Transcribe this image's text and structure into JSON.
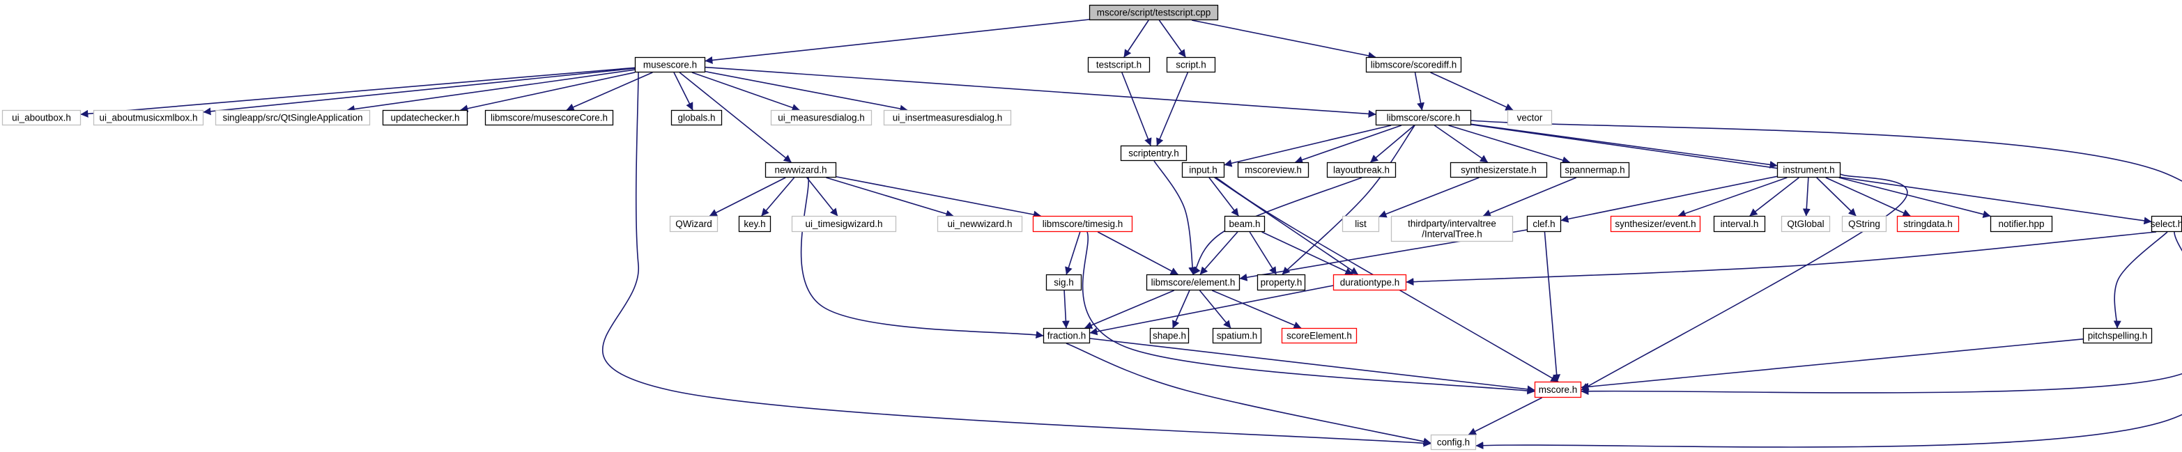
{
  "diagram": {
    "kind": "include dependency graph",
    "colors": {
      "edge": "#191970",
      "root_fill": "#bfbfbf",
      "documented_border": "#000000",
      "undocumented_border": "#bfbfbf",
      "truncated_border": "#ff0000",
      "node_fill": "#ffffff"
    },
    "nodes": [
      {
        "id": "testscript_cpp",
        "label": "mscore/script/testscript.cpp",
        "style": "root"
      },
      {
        "id": "musescore_h",
        "label": "musescore.h",
        "style": "documented"
      },
      {
        "id": "testscript_h",
        "label": "testscript.h",
        "style": "documented"
      },
      {
        "id": "script_h",
        "label": "script.h",
        "style": "documented"
      },
      {
        "id": "scorediff_h",
        "label": "libmscore/scorediff.h",
        "style": "documented"
      },
      {
        "id": "ui_aboutbox_h",
        "label": "ui_aboutbox.h",
        "style": "undocumented"
      },
      {
        "id": "ui_aboutmusicxmlbox_h",
        "label": "ui_aboutmusicxmlbox.h",
        "style": "undocumented"
      },
      {
        "id": "qtsingleapp",
        "label": "singleapp/src/QtSingleApplication",
        "style": "undocumented"
      },
      {
        "id": "updatechecker_h",
        "label": "updatechecker.h",
        "style": "documented"
      },
      {
        "id": "musescorecore_h",
        "label": "libmscore/musescoreCore.h",
        "style": "documented"
      },
      {
        "id": "globals_h",
        "label": "globals.h",
        "style": "documented"
      },
      {
        "id": "ui_measuresdialog_h",
        "label": "ui_measuresdialog.h",
        "style": "undocumented"
      },
      {
        "id": "ui_insertmeasuresdialog_h",
        "label": "ui_insertmeasuresdialog.h",
        "style": "undocumented"
      },
      {
        "id": "score_h",
        "label": "libmscore/score.h",
        "style": "documented"
      },
      {
        "id": "vector",
        "label": "vector",
        "style": "undocumented"
      },
      {
        "id": "scriptentry_h",
        "label": "scriptentry.h",
        "style": "documented"
      },
      {
        "id": "newwizard_h",
        "label": "newwizard.h",
        "style": "documented"
      },
      {
        "id": "input_h",
        "label": "input.h",
        "style": "documented"
      },
      {
        "id": "mscoreview_h",
        "label": "mscoreview.h",
        "style": "documented"
      },
      {
        "id": "layoutbreak_h",
        "label": "layoutbreak.h",
        "style": "documented"
      },
      {
        "id": "synthesizerstate_h",
        "label": "synthesizerstate.h",
        "style": "documented"
      },
      {
        "id": "spannermap_h",
        "label": "spannermap.h",
        "style": "documented"
      },
      {
        "id": "instrument_h",
        "label": "instrument.h",
        "style": "documented"
      },
      {
        "id": "qwizard",
        "label": "QWizard",
        "style": "undocumented"
      },
      {
        "id": "key_h",
        "label": "key.h",
        "style": "documented"
      },
      {
        "id": "ui_timesigwizard_h",
        "label": "ui_timesigwizard.h",
        "style": "undocumented"
      },
      {
        "id": "ui_newwizard_h",
        "label": "ui_newwizard.h",
        "style": "undocumented"
      },
      {
        "id": "timesig_h",
        "label": "libmscore/timesig.h",
        "style": "truncated"
      },
      {
        "id": "beam_h",
        "label": "beam.h",
        "style": "documented"
      },
      {
        "id": "list",
        "label": "list",
        "style": "undocumented"
      },
      {
        "id": "intervaltree_h",
        "label": "thirdparty/intervaltree\n/IntervalTree.h",
        "style": "undocumented"
      },
      {
        "id": "clef_h",
        "label": "clef.h",
        "style": "documented"
      },
      {
        "id": "synth_event_h",
        "label": "synthesizer/event.h",
        "style": "truncated"
      },
      {
        "id": "interval_h",
        "label": "interval.h",
        "style": "documented"
      },
      {
        "id": "qtglobal",
        "label": "QtGlobal",
        "style": "undocumented"
      },
      {
        "id": "qstring",
        "label": "QString",
        "style": "undocumented"
      },
      {
        "id": "stringdata_h",
        "label": "stringdata.h",
        "style": "truncated"
      },
      {
        "id": "notifier_hpp",
        "label": "notifier.hpp",
        "style": "documented"
      },
      {
        "id": "select_h",
        "label": "select.h",
        "style": "documented"
      },
      {
        "id": "sig_h",
        "label": "sig.h",
        "style": "documented"
      },
      {
        "id": "element_h",
        "label": "libmscore/element.h",
        "style": "documented"
      },
      {
        "id": "property_h",
        "label": "property.h",
        "style": "documented"
      },
      {
        "id": "durationtype_h",
        "label": "durationtype.h",
        "style": "truncated"
      },
      {
        "id": "fraction_h",
        "label": "fraction.h",
        "style": "documented"
      },
      {
        "id": "shape_h",
        "label": "shape.h",
        "style": "documented"
      },
      {
        "id": "spatium_h",
        "label": "spatium.h",
        "style": "documented"
      },
      {
        "id": "scoreelement_h",
        "label": "scoreElement.h",
        "style": "truncated"
      },
      {
        "id": "pitchspelling_h",
        "label": "pitchspelling.h",
        "style": "documented"
      },
      {
        "id": "mscore_h",
        "label": "mscore.h",
        "style": "truncated"
      },
      {
        "id": "config_h",
        "label": "config.h",
        "style": "undocumented"
      }
    ],
    "edges": [
      [
        "testscript_cpp",
        "musescore_h"
      ],
      [
        "testscript_cpp",
        "testscript_h"
      ],
      [
        "testscript_cpp",
        "script_h"
      ],
      [
        "testscript_cpp",
        "scorediff_h"
      ],
      [
        "musescore_h",
        "ui_aboutbox_h"
      ],
      [
        "musescore_h",
        "ui_aboutmusicxmlbox_h"
      ],
      [
        "musescore_h",
        "qtsingleapp"
      ],
      [
        "musescore_h",
        "updatechecker_h"
      ],
      [
        "musescore_h",
        "musescorecore_h"
      ],
      [
        "musescore_h",
        "globals_h"
      ],
      [
        "musescore_h",
        "ui_measuresdialog_h"
      ],
      [
        "musescore_h",
        "ui_insertmeasuresdialog_h"
      ],
      [
        "musescore_h",
        "score_h"
      ],
      [
        "musescore_h",
        "newwizard_h"
      ],
      [
        "musescore_h",
        "config_h"
      ],
      [
        "testscript_h",
        "scriptentry_h"
      ],
      [
        "script_h",
        "scriptentry_h"
      ],
      [
        "scorediff_h",
        "score_h"
      ],
      [
        "scorediff_h",
        "vector"
      ],
      [
        "scriptentry_h",
        "element_h"
      ],
      [
        "score_h",
        "input_h"
      ],
      [
        "score_h",
        "mscoreview_h"
      ],
      [
        "score_h",
        "layoutbreak_h"
      ],
      [
        "score_h",
        "synthesizerstate_h"
      ],
      [
        "score_h",
        "spannermap_h"
      ],
      [
        "score_h",
        "instrument_h"
      ],
      [
        "score_h",
        "select_h"
      ],
      [
        "score_h",
        "property_h"
      ],
      [
        "score_h",
        "config_h"
      ],
      [
        "newwizard_h",
        "qwizard"
      ],
      [
        "newwizard_h",
        "key_h"
      ],
      [
        "newwizard_h",
        "ui_timesigwizard_h"
      ],
      [
        "newwizard_h",
        "ui_newwizard_h"
      ],
      [
        "newwizard_h",
        "timesig_h"
      ],
      [
        "newwizard_h",
        "fraction_h"
      ],
      [
        "input_h",
        "beam_h"
      ],
      [
        "input_h",
        "durationtype_h"
      ],
      [
        "input_h",
        "mscore_h"
      ],
      [
        "layoutbreak_h",
        "element_h"
      ],
      [
        "synthesizerstate_h",
        "list"
      ],
      [
        "spannermap_h",
        "intervaltree_h"
      ],
      [
        "instrument_h",
        "clef_h"
      ],
      [
        "instrument_h",
        "synth_event_h"
      ],
      [
        "instrument_h",
        "interval_h"
      ],
      [
        "instrument_h",
        "qtglobal"
      ],
      [
        "instrument_h",
        "qstring"
      ],
      [
        "instrument_h",
        "stringdata_h"
      ],
      [
        "instrument_h",
        "notifier_hpp"
      ],
      [
        "instrument_h",
        "mscore_h"
      ],
      [
        "timesig_h",
        "sig_h"
      ],
      [
        "timesig_h",
        "element_h"
      ],
      [
        "timesig_h",
        "mscore_h"
      ],
      [
        "beam_h",
        "element_h"
      ],
      [
        "beam_h",
        "property_h"
      ],
      [
        "beam_h",
        "durationtype_h"
      ],
      [
        "clef_h",
        "element_h"
      ],
      [
        "clef_h",
        "mscore_h"
      ],
      [
        "select_h",
        "durationtype_h"
      ],
      [
        "select_h",
        "pitchspelling_h"
      ],
      [
        "select_h",
        "mscore_h"
      ],
      [
        "sig_h",
        "fraction_h"
      ],
      [
        "element_h",
        "fraction_h"
      ],
      [
        "element_h",
        "shape_h"
      ],
      [
        "element_h",
        "spatium_h"
      ],
      [
        "element_h",
        "scoreelement_h"
      ],
      [
        "durationtype_h",
        "fraction_h"
      ],
      [
        "fraction_h",
        "mscore_h"
      ],
      [
        "fraction_h",
        "config_h"
      ],
      [
        "pitchspelling_h",
        "mscore_h"
      ],
      [
        "mscore_h",
        "config_h"
      ]
    ]
  }
}
